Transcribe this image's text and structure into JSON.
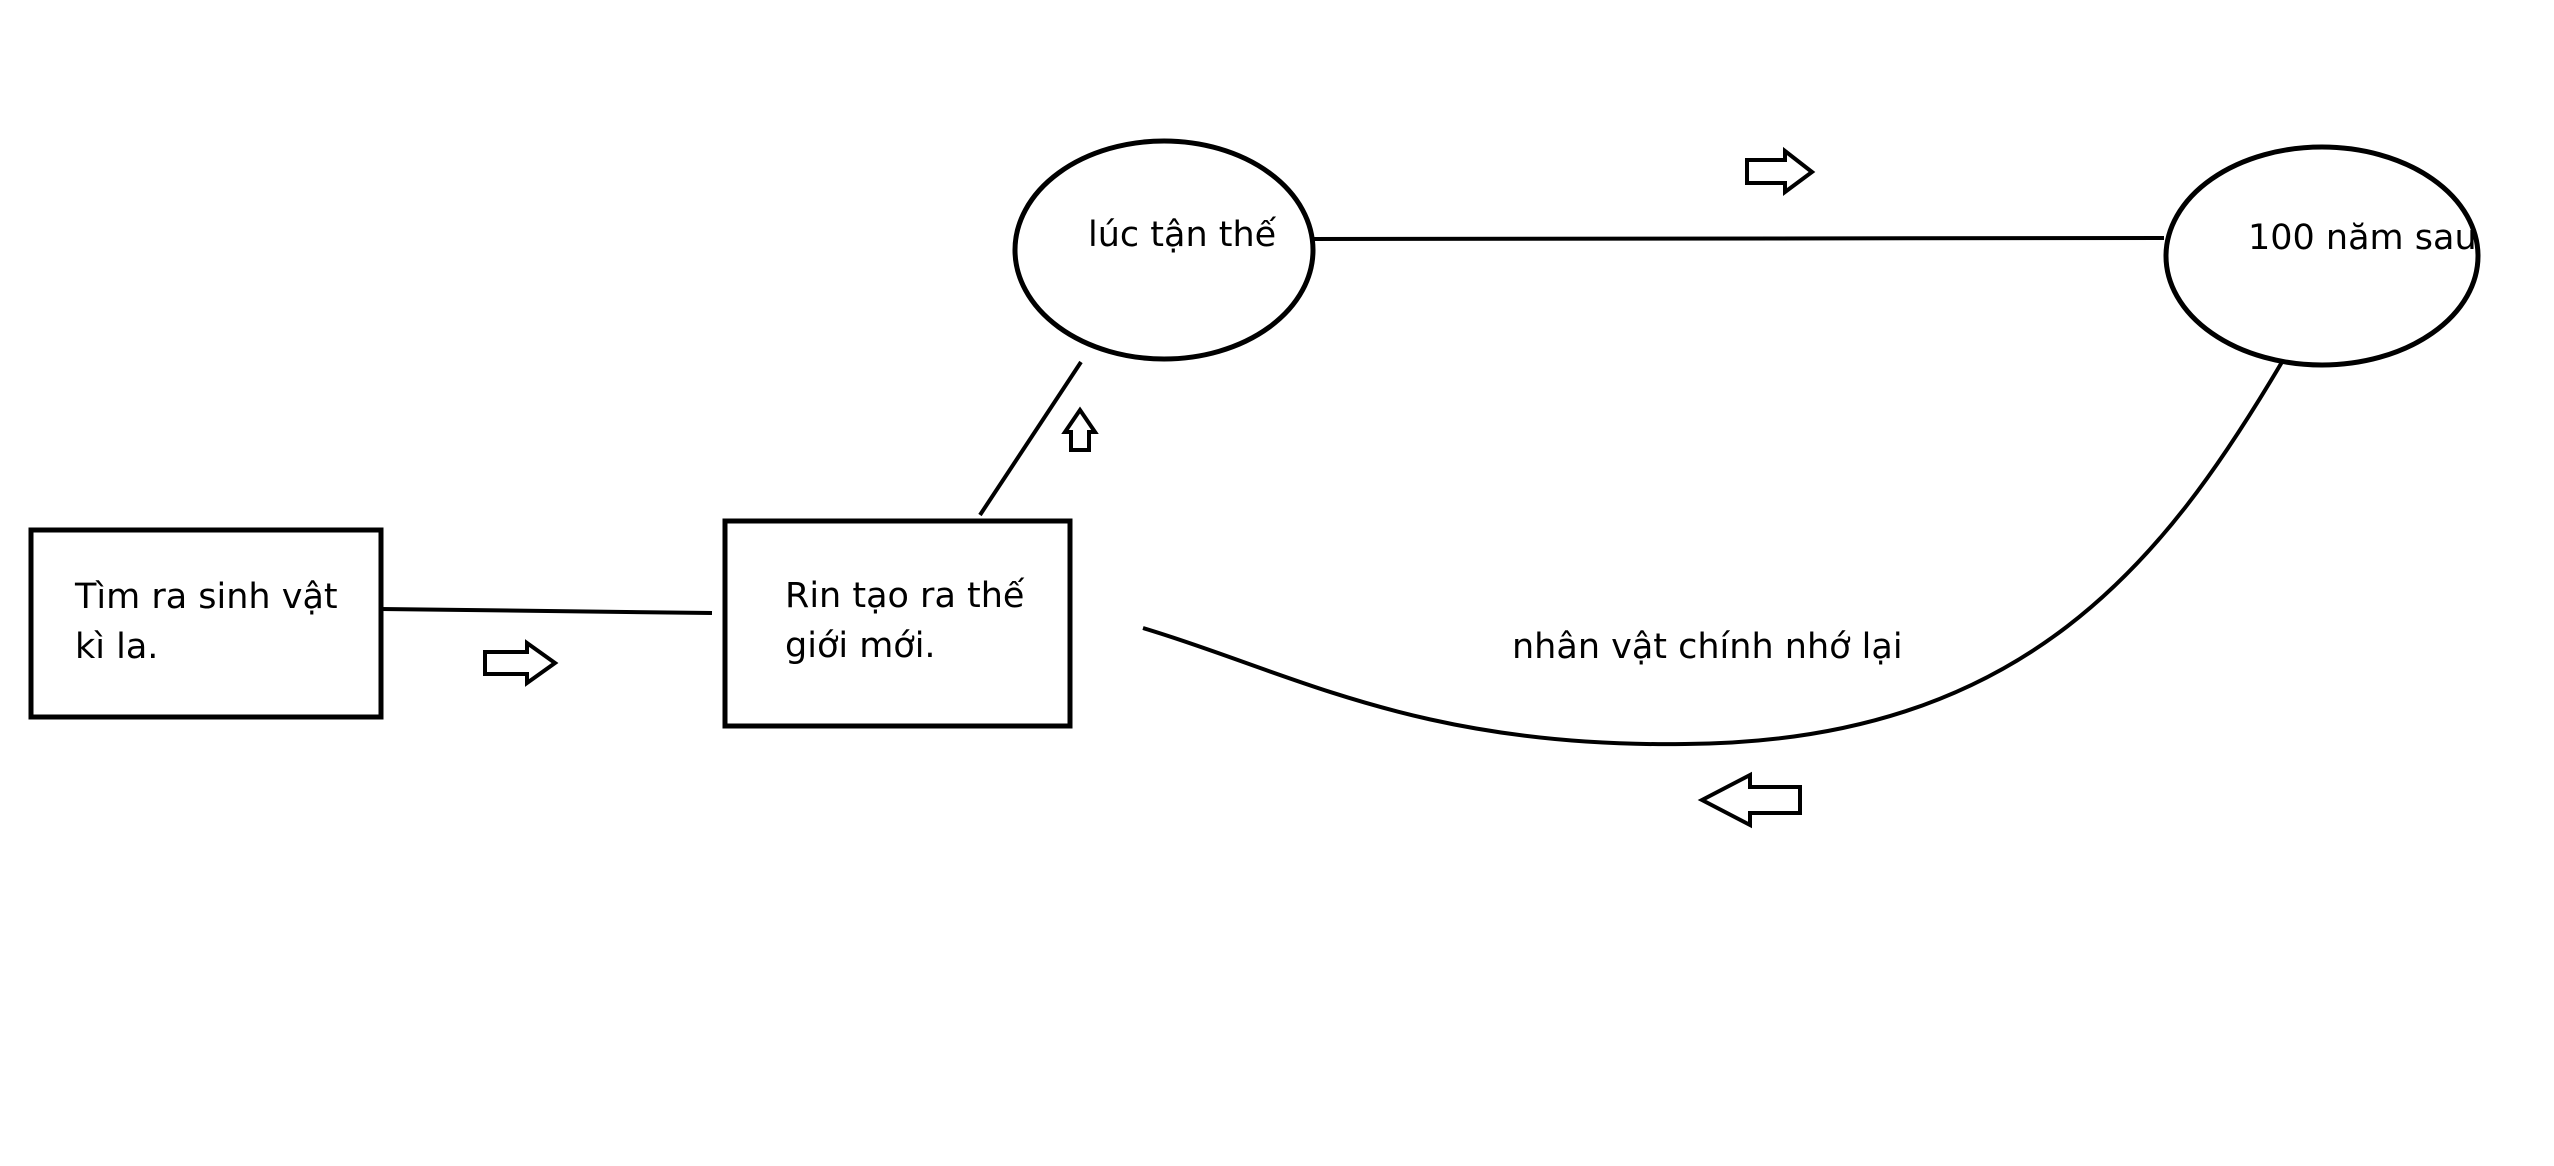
{
  "diagram": {
    "nodes": {
      "find_creature": {
        "shape": "rectangle",
        "lines": [
          "Tìm ra sinh vật",
          "kì la."
        ]
      },
      "rin_creates": {
        "shape": "rectangle",
        "lines": [
          "Rin tạo ra thế",
          "giới mới."
        ]
      },
      "end_times": {
        "shape": "ellipse",
        "lines": [
          "lúc tận thế"
        ]
      },
      "hundred_years": {
        "shape": "ellipse",
        "lines": [
          "100 năm sau"
        ]
      }
    },
    "edge_labels": {
      "recall": "nhân vật chính nhớ lại"
    },
    "arrows": [
      {
        "name": "arrow-right-icon",
        "direction": "right",
        "between": [
          "find_creature",
          "rin_creates"
        ]
      },
      {
        "name": "arrow-up-icon",
        "direction": "up",
        "between": [
          "rin_creates",
          "end_times"
        ]
      },
      {
        "name": "arrow-right-icon",
        "direction": "right",
        "between": [
          "end_times",
          "hundred_years"
        ]
      },
      {
        "name": "arrow-left-icon",
        "direction": "left",
        "between": [
          "hundred_years",
          "rin_creates"
        ]
      }
    ],
    "colors": {
      "stroke": "#000000",
      "background": "#ffffff"
    }
  }
}
